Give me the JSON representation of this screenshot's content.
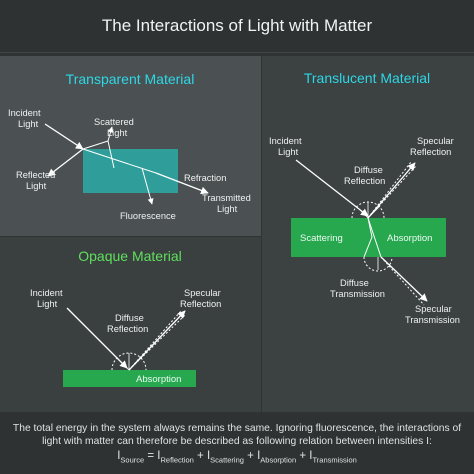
{
  "title": "The Interactions of Light with Matter",
  "transparent": {
    "heading": "Transparent Material",
    "incident": [
      "Incident",
      "Light"
    ],
    "scattered": [
      "Scattered",
      "Light"
    ],
    "reflected": [
      "Reflected",
      "Light"
    ],
    "refraction": "Refraction",
    "transmitted": [
      "Transmitted",
      "Light"
    ],
    "fluorescence": "Fluorescence"
  },
  "translucent": {
    "heading": "Translucent Material",
    "incident": [
      "Incident",
      "Light"
    ],
    "specular_reflection": [
      "Specular",
      "Reflection"
    ],
    "diffuse_reflection": [
      "Diffuse",
      "Reflection"
    ],
    "scattering": "Scattering",
    "absorption": "Absorption",
    "diffuse_transmission": [
      "Diffuse",
      "Transmission"
    ],
    "specular_transmission": [
      "Specular",
      "Transmission"
    ]
  },
  "opaque": {
    "heading": "Opaque Material",
    "incident": [
      "Incident",
      "Light"
    ],
    "specular_reflection": [
      "Specular",
      "Reflection"
    ],
    "diffuse_reflection": [
      "Diffuse",
      "Reflection"
    ],
    "absorption": "Absorption"
  },
  "footer": {
    "text": "The total energy in the system always remains the same. Ignoring fluorescence, the interactions of light with matter can therefore be described as following relation between intensities I:",
    "I": "I",
    "plus": "+",
    "equals": "=",
    "terms": [
      "Source",
      "Reflection",
      "Scattering",
      "Absorption",
      "Transmission"
    ]
  },
  "colors": {
    "cyan": "#2ed7e6",
    "green": "#5fe05c",
    "teal_block": "#2f9e9a",
    "green_block": "#27a84f",
    "ray": "#ffffff"
  }
}
